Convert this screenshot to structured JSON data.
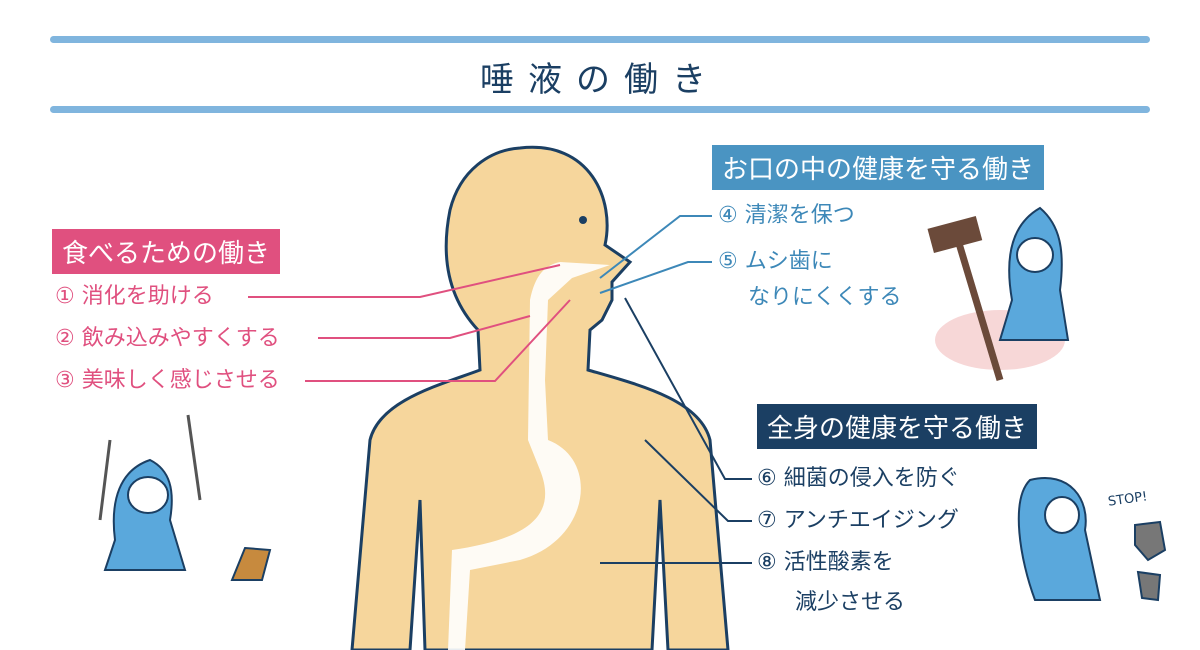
{
  "title": "唾液の働き",
  "colors": {
    "pink": "#e0507f",
    "blue": "#4a94c2",
    "navy": "#1b3f63",
    "body": "#f6d69c"
  },
  "eating": {
    "heading": "食べるための働き",
    "items": [
      "① 消化を助ける",
      "② 飲み込みやすくする",
      "③ 美味しく感じさせる"
    ]
  },
  "mouth": {
    "heading": "お口の中の健康を守る働き",
    "items": [
      "④ 清潔を保つ",
      "⑤ ムシ歯に",
      "なりにくくする"
    ]
  },
  "body_health": {
    "heading": "全身の健康を守る働き",
    "items": [
      "⑥ 細菌の侵入を防ぐ",
      "⑦ アンチエイジング",
      "⑧ 活性酸素を",
      "減少させる"
    ]
  },
  "stop_text": "STOP!"
}
